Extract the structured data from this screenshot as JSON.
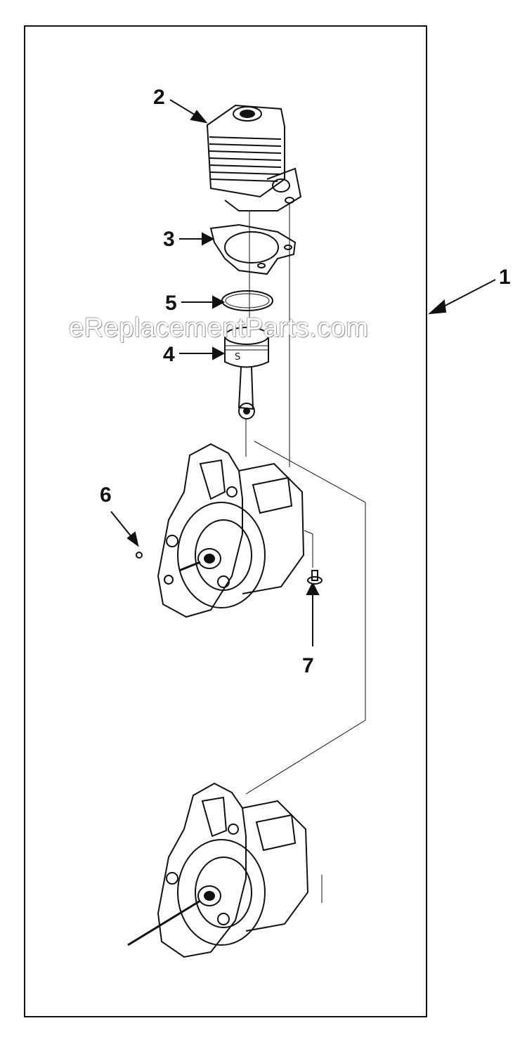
{
  "callouts": {
    "c1": "1",
    "c2": "2",
    "c3": "3",
    "c4": "4",
    "c5": "5",
    "c6": "6",
    "c7": "7"
  },
  "watermark": "eReplacementParts.com",
  "colors": {
    "line": "#111111",
    "background": "#ffffff",
    "watermark": "#ffffff"
  },
  "icons": {
    "cylinder": "cylinder-icon",
    "gasket": "gasket-icon",
    "piston-ring": "piston-ring-icon",
    "piston": "piston-icon",
    "crankcase": "crankcase-icon",
    "crankcase-assembly": "crankcase-assembly-icon",
    "screw": "screw-icon",
    "pin": "pin-icon"
  }
}
